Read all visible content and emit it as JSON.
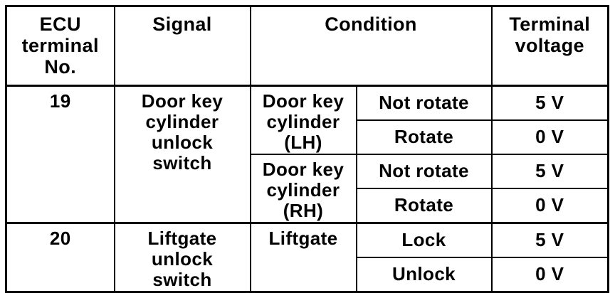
{
  "page": {
    "background_color": "#ffffff",
    "line_color": "#000000",
    "text_color": "#000000"
  },
  "table": {
    "headers": {
      "ecu_terminal_no": "ECU\nterminal\nNo.",
      "signal": "Signal",
      "condition": "Condition",
      "terminal_voltage": "Terminal\nvoltage"
    },
    "rows": [
      {
        "terminal_no": "19",
        "signal": "Door key\ncylinder unlock\nswitch",
        "condition_group": "Door key\ncylinder\n(LH)",
        "condition_state": "Not rotate",
        "voltage": "5 V"
      },
      {
        "condition_state": "Rotate",
        "voltage": "0 V"
      },
      {
        "condition_group": "Door key\ncylinder\n(RH)",
        "condition_state": "Not rotate",
        "voltage": "5 V"
      },
      {
        "condition_state": "Rotate",
        "voltage": "0 V"
      },
      {
        "terminal_no": "20",
        "signal": "Liftgate unlock\nswitch",
        "condition_group": "Liftgate",
        "condition_state": "Lock",
        "voltage": "5 V"
      },
      {
        "condition_state": "Unlock",
        "voltage": "0 V"
      }
    ]
  }
}
